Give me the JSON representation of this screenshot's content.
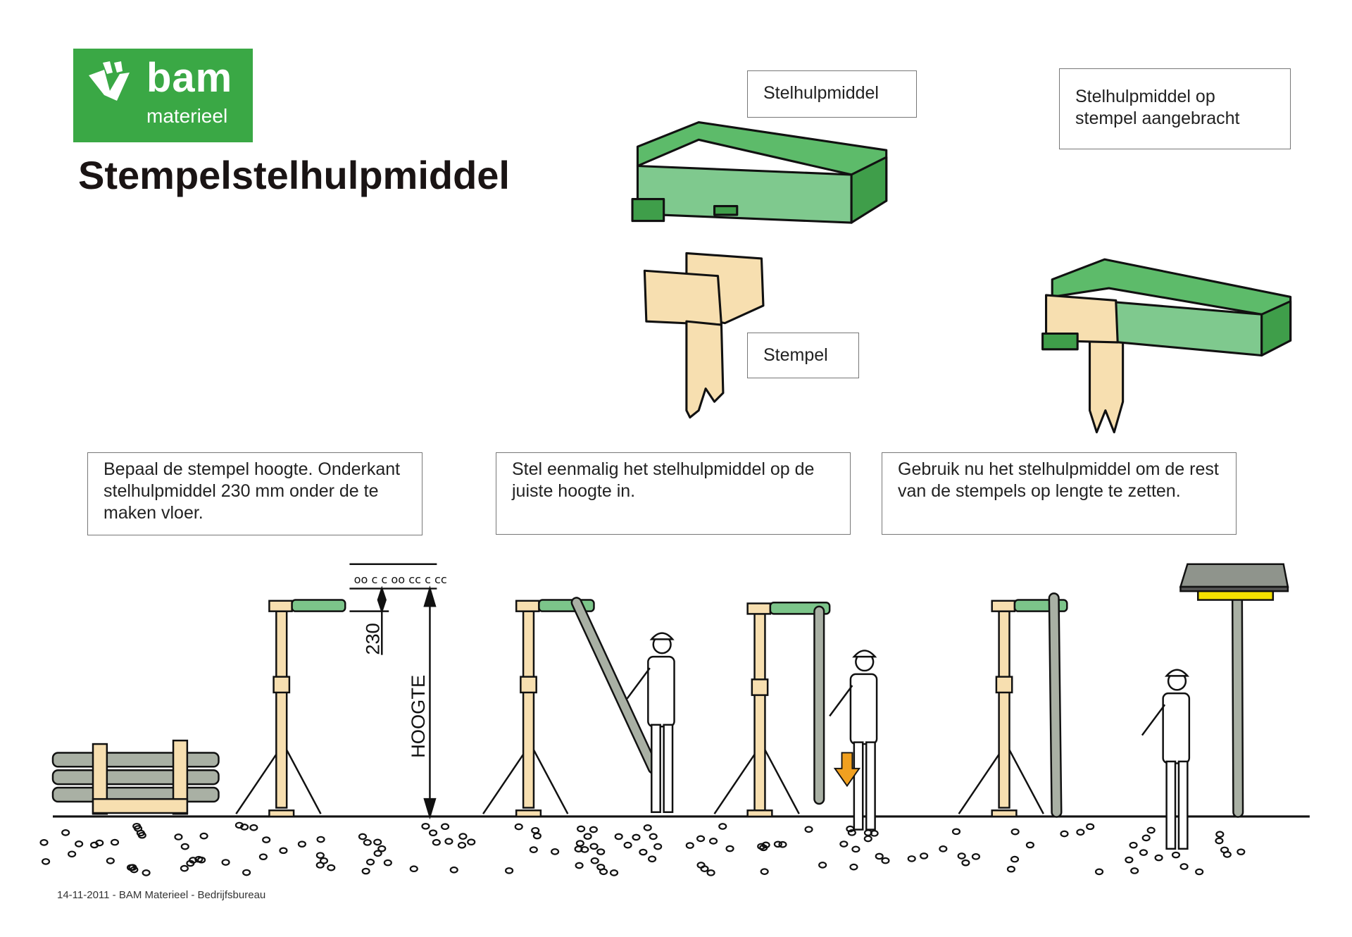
{
  "logo": {
    "brand": "bam",
    "subtitle": "materieel"
  },
  "title": "Stempelstelhulpmiddel",
  "labels": {
    "tool": "Stelhulpmiddel",
    "tool_on_prop": "Stelhulpmiddel op stempel aangebracht",
    "prop": "Stempel"
  },
  "steps": [
    {
      "text": "Bepaal de stempel hoogte. Onderkant stelhulpmiddel 230 mm onder de te maken vloer."
    },
    {
      "text": "Stel eenmalig het stelhulpmiddel op de juiste hoogte in."
    },
    {
      "text": "Gebruik nu het stelhulpmiddel om de rest van de stempels op lengte te zetten."
    }
  ],
  "dimensions": {
    "offset": "230",
    "height": "HOOGTE"
  },
  "footer": "14-11-2011 - BAM Materieel - Bedrijfsbureau",
  "colors": {
    "brand_green": "#3aa845",
    "tool_green": "#7cc58a",
    "prop_beige": "#f7dfb0",
    "pole_gray": "#a9b0a4",
    "arrow_orange": "#f0a020"
  }
}
